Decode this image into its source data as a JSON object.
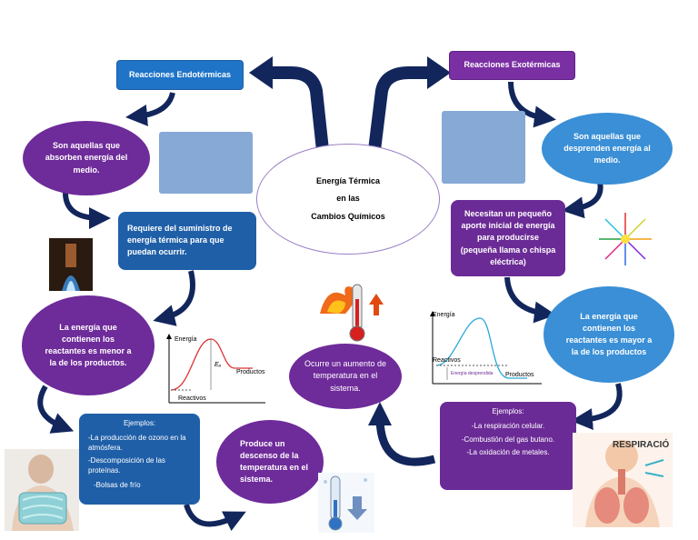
{
  "center": {
    "line1": "Energía Térmica",
    "line2": "en las",
    "line3": "Cambios Químicos"
  },
  "endo": {
    "title": "Reacciones Endotérmicas",
    "def": "Son aquellas que absorben energía del medio.",
    "requires": "Requiere del suministro de energía térmica para que puedan ocurrir.",
    "energy": "La energía que contienen los reactantes es menor a la de los productos.",
    "examples_title": "Ejemplos:",
    "examples": [
      "-La producción de ozono en la atmósfera.",
      "-Descomposición de las proteínas.",
      "-Bolsas de frío"
    ],
    "temp": "Produce un descenso de la temperatura en el sistema."
  },
  "exo": {
    "title": "Reacciones Exotérmicas",
    "def": "Son aquellas que desprenden energía al medio.",
    "requires": "Necesitan un pequeño aporte inicial de energía para producirse (pequeña llama o chispa eléctrica)",
    "energy": "La energía que contienen los reactantes es mayor a la de los productos",
    "examples_title": "Ejemplos:",
    "examples": [
      "-La respiración celular.",
      "-Combustión del gas butano.",
      "-La oxidación de metales."
    ],
    "temp": "Ocurre un aumento de temperatura en el sistema."
  },
  "graph_endo": {
    "y_label": "Energía",
    "products": "Productos",
    "reactants": "Reactivos",
    "ea": "Eₐ"
  },
  "graph_exo": {
    "y_label": "Energía",
    "reactants": "Reactivos",
    "products": "Productos",
    "released": "Energía desprendida"
  },
  "resp_label": "RESPIRACIÓ",
  "colors": {
    "blue": "#1f74c8",
    "purple": "#6e2b9a",
    "arrow": "#12265c"
  }
}
